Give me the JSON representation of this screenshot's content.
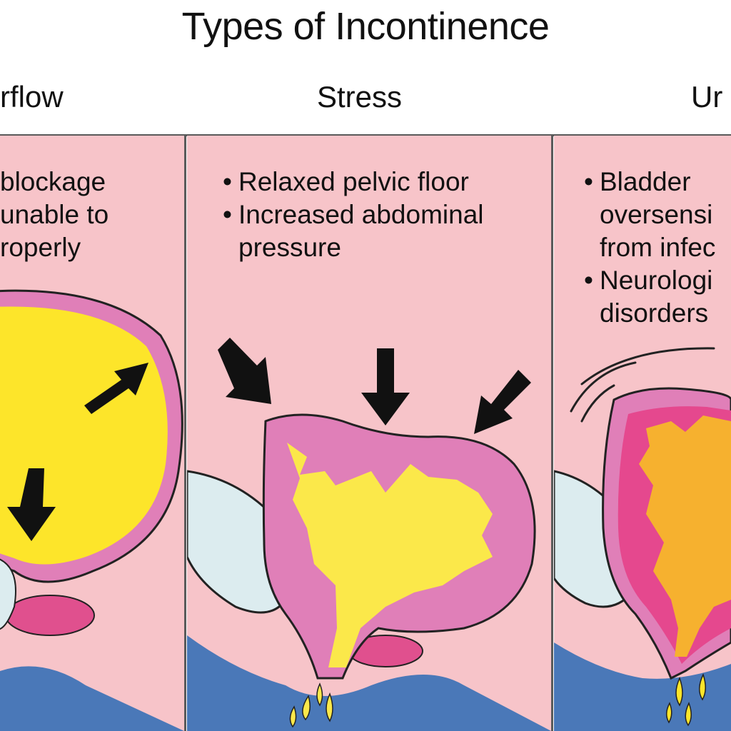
{
  "title": "Types of Incontinence",
  "columns": [
    {
      "heading": "rflow",
      "bullets": [
        {
          "lines": [
            "blockage",
            "unable to",
            "roperly"
          ],
          "dot": false
        }
      ]
    },
    {
      "heading": "Stress",
      "bullets": [
        {
          "lines": [
            "Relaxed pelvic floor"
          ],
          "dot": true
        },
        {
          "lines": [
            "Increased abdominal",
            "pressure"
          ],
          "dot": true
        }
      ]
    },
    {
      "heading": "Ur",
      "bullets": [
        {
          "lines": [
            "Bladder",
            "oversensi",
            "from infec"
          ],
          "dot": true
        },
        {
          "lines": [
            "Neurologi",
            "disorders"
          ],
          "dot": true
        }
      ]
    }
  ],
  "colors": {
    "panel": "#f7c4c9",
    "bladder_wall": "#e07fb8",
    "urine_overflow": "#fde52a",
    "urine_stress": "#fbe84a",
    "urine_urge": "#f6b12f",
    "pelvic_floor": "#4a78b8",
    "pubic_bone": "#dcecef",
    "muscle": "#e0508e"
  }
}
